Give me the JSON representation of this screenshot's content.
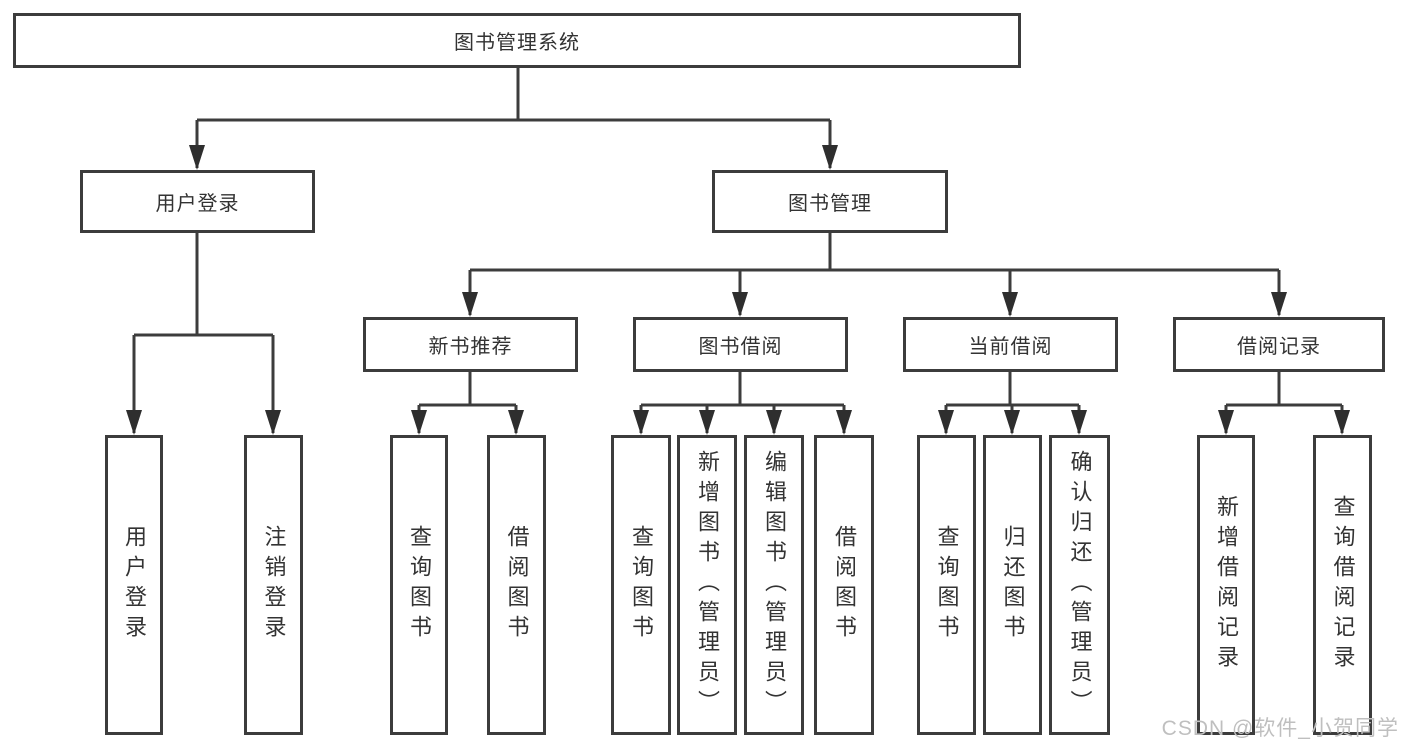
{
  "diagram_type": "hierarchy-tree",
  "colors": {
    "line": "#3c3c3c",
    "arrow": "#2e2e2e",
    "box_border": "#3c3c3c",
    "box_background": "#ffffff",
    "text": "#333333",
    "watermark": "#bfbfbf"
  },
  "tree": {
    "label": "图书管理系统",
    "children": [
      {
        "label": "用户登录",
        "children": [
          {
            "label": "用户登录"
          },
          {
            "label": "注销登录"
          }
        ]
      },
      {
        "label": "图书管理",
        "children": [
          {
            "label": "新书推荐",
            "children": [
              {
                "label": "查询图书"
              },
              {
                "label": "借阅图书"
              }
            ]
          },
          {
            "label": "图书借阅",
            "children": [
              {
                "label": "查询图书"
              },
              {
                "label": "新增图书（管理员）"
              },
              {
                "label": "编辑图书（管理员）"
              },
              {
                "label": "借阅图书"
              }
            ]
          },
          {
            "label": "当前借阅",
            "children": [
              {
                "label": "查询图书"
              },
              {
                "label": "归还图书"
              },
              {
                "label": "确认归还（管理员）"
              }
            ]
          },
          {
            "label": "借阅记录",
            "children": [
              {
                "label": "新增借阅记录"
              },
              {
                "label": "查询借阅记录"
              }
            ]
          }
        ]
      }
    ]
  },
  "watermark": "CSDN @软件_小贺同学"
}
